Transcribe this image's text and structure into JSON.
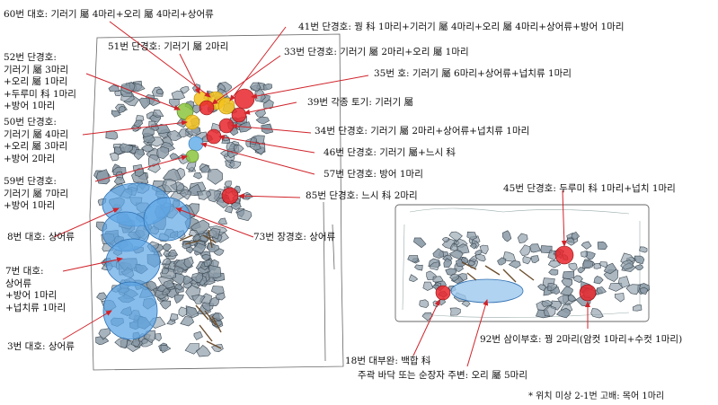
{
  "colors": {
    "arrow": "#d0232a",
    "stone_fill": "#8a9aa6",
    "stone_stroke": "#3b4852",
    "water_fill": "#5fa7e6",
    "water_stroke": "#2f6fb0",
    "marker_red": "#e8262b",
    "marker_yellow": "#f4c21c",
    "marker_green": "#8cc63e",
    "marker_blue": "#6fb4ea"
  },
  "labels": {
    "l60": "60번 대호: 기러기 屬 4마리+오리 屬 4마리+상어류",
    "l41": "41번 단경호: 꿩 科 1마리+기러기 屬 4마리+오리 屬 4마리+상어류+방어 1마리",
    "l51": "51번 단경호: 기러기 屬 2마리",
    "l33": "33번 단경호: 기러기 屬 2마리+오리 屬 1마리",
    "l52": "52번 단경호:\n기러기 屬 3마리\n+오리 屬 1마리\n+두루미 科 1마리\n+방어 1마리",
    "l35": "35번 호: 기러기 屬 6마리+상어류+넙치류 1마리",
    "l39": "39번 각종 토기: 기러기 屬",
    "l50": "50번 단경호:\n기러기 屬 4마리\n+오리 屬 3마리\n+방어 2마리",
    "l34": "34번 단경호: 기러기 屬 2마리+상어류+넙치류 1마리",
    "l46": "46번 단경호: 기러기 屬+느시 科",
    "l57": "57번 단경호: 방어 1마리",
    "l59": "59번 단경호:\n기러기 屬 7마리\n+방어 1마리",
    "l85": "85번 단경호: 느시 科 2마리",
    "l45": "45번 단경호: 두루미 科 1마리+넙치 1마리",
    "l8": "8번 대호: 상어류",
    "l73": "73번 장경호: 상어류",
    "l7": "7번 대호:\n상어류\n+방어 1마리\n+넙치류 1마리",
    "l3": "3번 대호: 상어류",
    "l18": "18번 대부완: 백합 科",
    "l92": "92번 삼이부호: 꿩 2마리(암컷 1마리+수컷 1마리)",
    "lmain": "주곽 바닥 또는 순장자 주변: 오리 屬 5마리",
    "footnote": "* 위치 미상 2-1번 고배: 목어 1마리"
  },
  "icons": {
    "arrowhead": "arrowhead-icon"
  }
}
